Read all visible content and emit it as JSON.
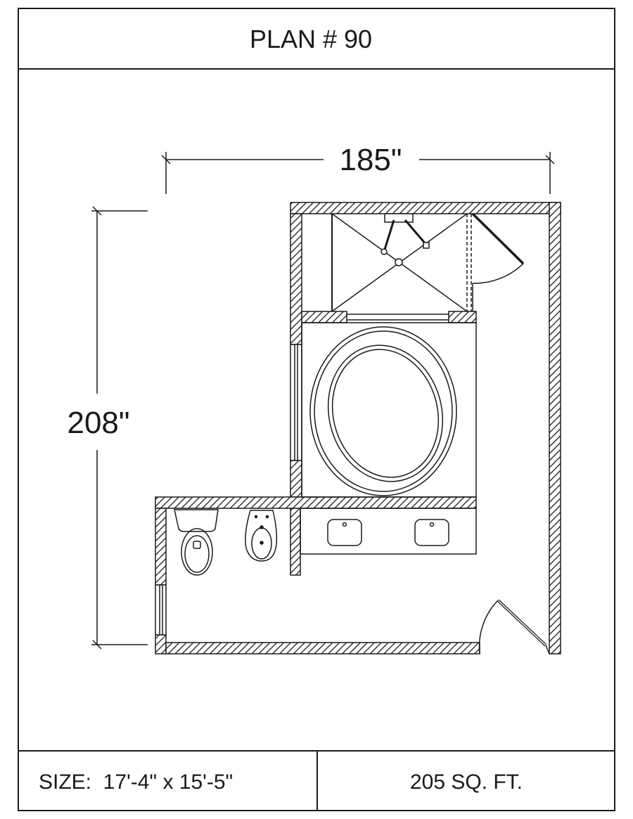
{
  "title": "PLAN # 90",
  "dimensions": {
    "width_label": "185\"",
    "height_label": "208\""
  },
  "footer": {
    "size_label": "SIZE:  17'-4\" x 15'-5\"",
    "area_label": "205 SQ. FT."
  },
  "colors": {
    "line": "#1a1a1a",
    "background": "#ffffff"
  },
  "fixtures": [
    "shower",
    "bathtub",
    "double-vanity",
    "toilet",
    "bidet",
    "entry-door",
    "shower-door",
    "windows"
  ]
}
